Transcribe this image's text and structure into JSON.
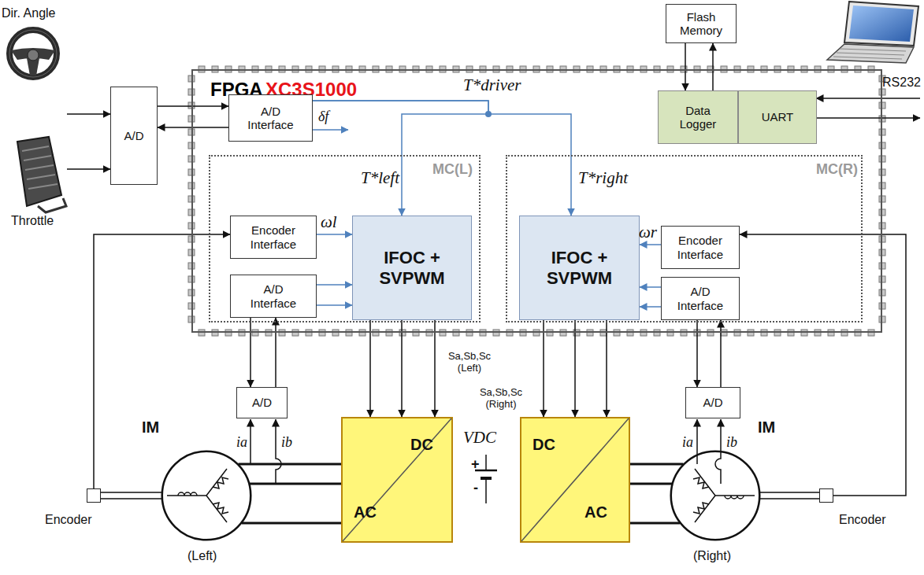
{
  "diagram": {
    "nodes": [
      {
        "text": [
          "FPGA",
          "XC3S1000"
        ]
      },
      {
        "text": [
          "Flash Memory"
        ]
      },
      {
        "text": [
          "Data Logger"
        ],
        "in": 0
      },
      {
        "text": [
          "UART"
        ],
        "in": 0
      },
      {
        "text": [
          "A/D Interface"
        ],
        "in": 0
      },
      {
        "text": [
          "MC(L)"
        ],
        "in": 0
      },
      {
        "text": [
          "Encoder Interface"
        ],
        "in": 5
      },
      {
        "text": [
          "A/D Interface"
        ],
        "in": 5
      },
      {
        "text": [
          "IFOC + SVPWM"
        ],
        "in": 5
      },
      {
        "text": [
          "MC(R)"
        ],
        "in": 0
      },
      {
        "text": [
          "IFOC + SVPWM"
        ],
        "in": 9
      },
      {
        "text": [
          "Encoder Interface"
        ],
        "in": 9
      },
      {
        "text": [
          "A/D Interface"
        ],
        "in": 9
      },
      {
        "text": [
          "A/D"
        ]
      },
      {
        "text": [
          "A/D"
        ]
      },
      {
        "text": [
          "A/D"
        ]
      },
      {
        "text": [
          "DC",
          "AC"
        ]
      },
      {
        "text": [
          "DC",
          "AC"
        ]
      },
      {
        "text": [
          "IM"
        ]
      },
      {
        "text": [
          "IM"
        ]
      },
      {
        "text": [
          "Encoder"
        ]
      },
      {
        "text": [
          "Encoder"
        ]
      }
    ],
    "edges": [
      {
        "from": 13,
        "to": 4,
        "arrow": "to"
      },
      {
        "from": 4,
        "to": 13,
        "arrow": "to"
      },
      {
        "from": 4,
        "to": 8,
        "arrow": "to"
      },
      {
        "from": 4,
        "to": 10,
        "arrow": "to"
      },
      {
        "from": 6,
        "to": 8,
        "arrow": "to"
      },
      {
        "from": 7,
        "to": 8,
        "arrow": "to"
      },
      {
        "from": 7,
        "to": 8,
        "arrow": "to"
      },
      {
        "from": 11,
        "to": 10,
        "arrow": "to"
      },
      {
        "from": 12,
        "to": 10,
        "arrow": "to"
      },
      {
        "from": 12,
        "to": 10,
        "arrow": "to"
      },
      {
        "from": 7,
        "to": 14,
        "arrow": "to"
      },
      {
        "from": 14,
        "to": 7,
        "arrow": "to"
      },
      {
        "from": 12,
        "to": 15,
        "arrow": "to"
      },
      {
        "from": 15,
        "to": 12,
        "arrow": "to"
      },
      {
        "from": 8,
        "to": 16,
        "arrow": "to"
      },
      {
        "from": 8,
        "to": 16,
        "arrow": "to"
      },
      {
        "from": 8,
        "to": 16,
        "arrow": "to"
      },
      {
        "from": 10,
        "to": 17,
        "arrow": "to"
      },
      {
        "from": 10,
        "to": 17,
        "arrow": "to"
      },
      {
        "from": 10,
        "to": 17,
        "arrow": "to"
      },
      {
        "from": 16,
        "to": 18,
        "arrow": "none"
      },
      {
        "from": 16,
        "to": 18,
        "arrow": "none"
      },
      {
        "from": 16,
        "to": 18,
        "arrow": "none"
      },
      {
        "from": 17,
        "to": 19,
        "arrow": "none"
      },
      {
        "from": 17,
        "to": 19,
        "arrow": "none"
      },
      {
        "from": 17,
        "to": 19,
        "arrow": "none"
      },
      {
        "from": 20,
        "to": 6,
        "arrow": "to"
      },
      {
        "from": 21,
        "to": 11,
        "arrow": "to"
      },
      {
        "from": 1,
        "to": 2,
        "arrow": "to"
      },
      {
        "from": 2,
        "to": 1,
        "arrow": "to"
      }
    ],
    "labels": [
      "Dir. Angle",
      "Throttle",
      "RS232",
      "T*driver",
      "δf",
      "T*left",
      "T*right",
      "ωl",
      "ωr",
      "Sa,Sb,Sc (Left)",
      "Sa,Sb,Sc (Right)",
      "VDC",
      "+",
      "-",
      "ia",
      "ib",
      "ia",
      "ib",
      "(Left)",
      "(Right)"
    ]
  }
}
